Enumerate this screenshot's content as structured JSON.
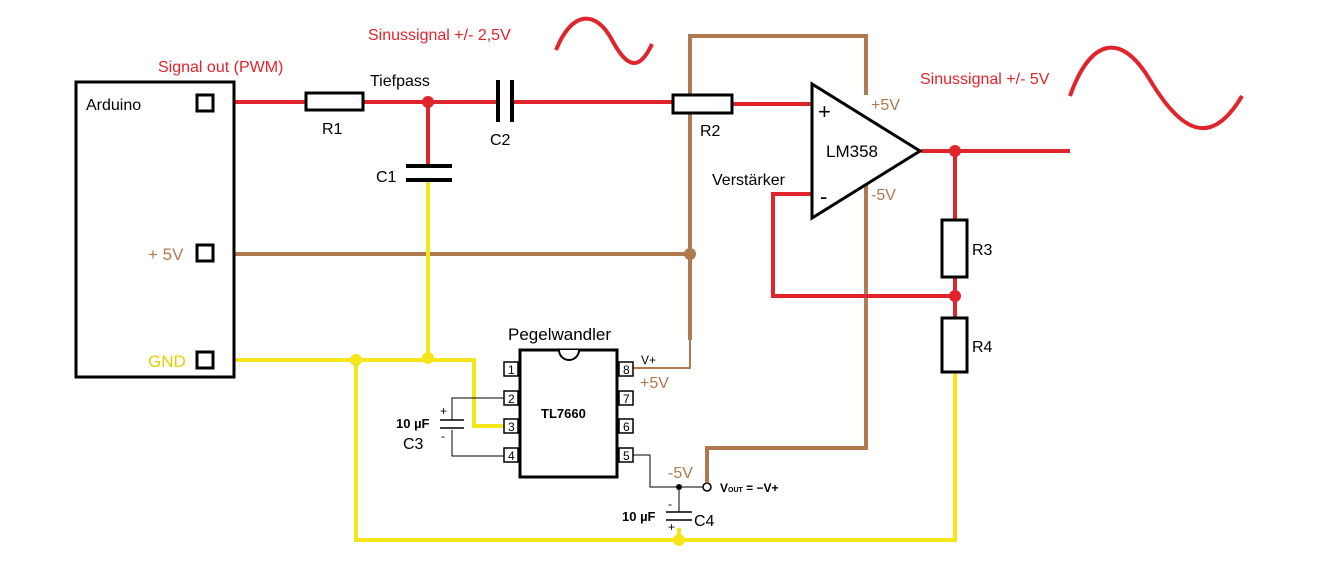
{
  "labels": {
    "arduino": "Arduino",
    "signal_out": "Signal out (PWM)",
    "sinus_small": "Sinussignal +/- 2,5V",
    "sinus_large": "Sinussignal +/- 5V",
    "tiefpass": "Tiefpass",
    "r1": "R1",
    "r2": "R2",
    "r3": "R3",
    "r4": "R4",
    "c1": "C1",
    "c2": "C2",
    "c3": "C3",
    "c4": "C4",
    "plus5v_pin": "+ 5V",
    "gnd_pin": "GND",
    "opamp": "LM358",
    "opamp_plus": "+",
    "opamp_minus": "-",
    "opamp_vplus": "+5V",
    "opamp_vminus": "-5V",
    "verstaerker": "Verstärker",
    "pegelwandler": "Pegelwandler",
    "chip": "TL7660",
    "pin_vplus": "V+",
    "pin8_5v": "+5V",
    "vout_minus5v": "-5V",
    "cap3_value": "10 µF",
    "cap4_value": "10 µF",
    "cap_plus": "+",
    "cap_minus": "-",
    "vout_V": "V",
    "vout_sub": "OUT",
    "vout_eq": " = −V+",
    "pins": [
      "1",
      "2",
      "3",
      "4",
      "5",
      "6",
      "7",
      "8"
    ]
  },
  "colors": {
    "signal_wire": "#e0242c",
    "supply_wire": "#b07a50",
    "ground_wire": "#f5e61c",
    "label_yellow": "#e6d000"
  }
}
